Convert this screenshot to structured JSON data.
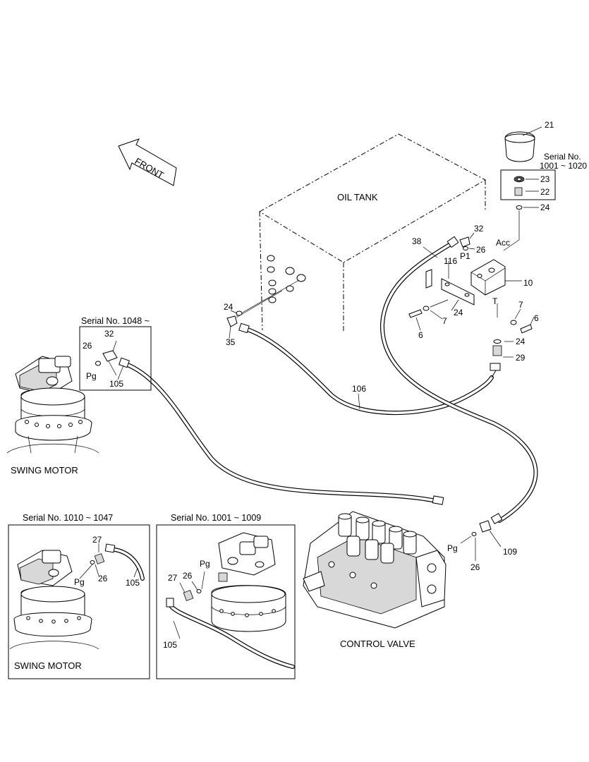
{
  "diagram": {
    "direction_arrow": "FRONT",
    "components": {
      "oil_tank": "OIL TANK",
      "swing_motor": "SWING MOTOR",
      "control_valve": "CONTROL VALVE"
    },
    "serial_ranges": {
      "accumulator": "Serial No.\n1001 ~ 1020",
      "accumulator_line1": "Serial No.",
      "accumulator_line2": "1001 ~ 1020",
      "inset_top": "Serial No. 1048 ~",
      "inset_mid": "Serial No. 1010 ~ 1047",
      "inset_right": "Serial No. 1001 ~ 1009"
    },
    "port_labels": {
      "acc": "Acc",
      "p1": "P1",
      "t": "T",
      "pg": "Pg"
    },
    "part_numbers": [
      "6",
      "7",
      "10",
      "21",
      "22",
      "23",
      "24",
      "26",
      "27",
      "29",
      "32",
      "35",
      "38",
      "105",
      "106",
      "109",
      "116"
    ]
  }
}
